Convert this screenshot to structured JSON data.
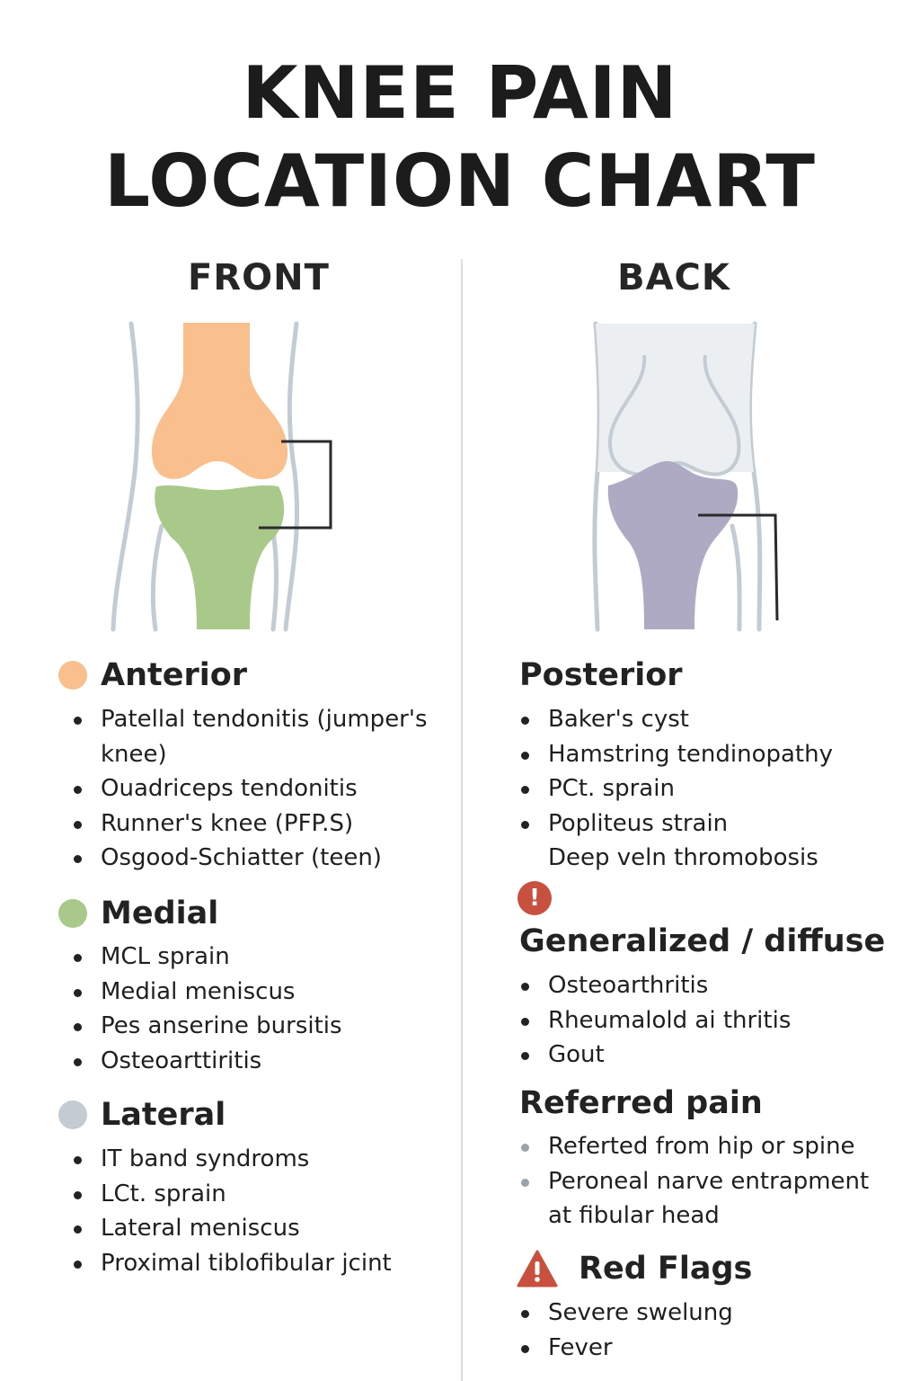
{
  "title": {
    "line1": "KNEE PAIN",
    "line2": "LOCATION CHART"
  },
  "front": {
    "heading": "FRONT",
    "colors": {
      "femur": "#f9bf8c",
      "tibia": "#a9c98a",
      "outline": "#c3ccd2"
    }
  },
  "back": {
    "heading": "BACK",
    "colors": {
      "femur": "#eceff2",
      "tibia": "#aeaac3",
      "outline": "#c3ccd2"
    }
  },
  "sections": {
    "anterior": {
      "title": "Anterior",
      "color": "#f9bf8c",
      "items": [
        "Patellal tendonitis (jumper's",
        "knee)",
        "Ouadriceps tendonitis",
        "Runner's knee (PFP.S)",
        "Osgood-Schiatter (teen)"
      ]
    },
    "medial": {
      "title": "Medial",
      "color": "#a9c98a",
      "items": [
        "MCL sprain",
        "Medial meniscus",
        "Pes anserine bursitis",
        "Osteoarttiritis"
      ]
    },
    "lateral": {
      "title": "Lateral",
      "color": "#c3ccd2",
      "items": [
        "IT band syndroms",
        "LCt. sprain",
        "Lateral meniscus",
        "Proximal tiblofibular jcint"
      ]
    },
    "posterior": {
      "title": "Posterior",
      "items": [
        "Baker's cyst",
        "Hamstring tendinopathy",
        "PCt. sprain",
        "Popliteus strain",
        "Deep veln thromobosis"
      ]
    },
    "generalized": {
      "title": "Generalized / diffuse",
      "icon": "alert-circle-icon",
      "icon_glyph": "!",
      "items": [
        "Osteoarthritis",
        "Rheumalold ai thritis",
        "Gout"
      ]
    },
    "referred": {
      "title": "Referred pain",
      "items": [
        "Referted from hip or spine",
        "Peroneal narve entrapment",
        "at fibular head"
      ]
    },
    "redflags": {
      "title": "Red Flags",
      "icon": "warning-triangle-icon",
      "icon_color": "#c8503f",
      "items": [
        "Severe swelung",
        "Fever"
      ]
    }
  }
}
